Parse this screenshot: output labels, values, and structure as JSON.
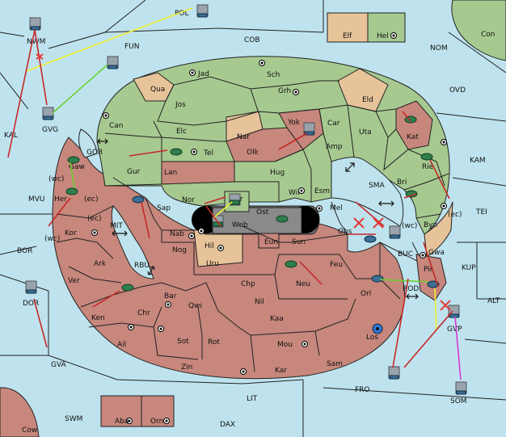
{
  "provinces": {
    "POL": "POL",
    "COB": "COB",
    "FUN": "FUN",
    "NWM": "NWM",
    "Con": "Con",
    "NOM": "NOM",
    "Elf": "Elf",
    "Hel": "Hel",
    "Jad": "Jad",
    "Sch": "Sch",
    "Qua": "Qua",
    "Jos": "Jos",
    "Grh": "Grh",
    "Eld": "Eld",
    "OVD": "OVD",
    "Can": "Can",
    "Yok": "Yok",
    "Car": "Car",
    "Uta": "Uta",
    "Kat": "Kat",
    "KAL": "KAL",
    "GVG": "GVG",
    "Elc": "Elc",
    "Nar": "Nar",
    "Amp": "Amp",
    "KAM": "KAM",
    "GOR": "GOR",
    "Tel": "Tel",
    "Olk": "Olk",
    "Rie": "Rie",
    "Gur": "Gur",
    "Lan": "Lan",
    "Hug": "Hug",
    "Gaw": "Gaw",
    "Bri": "Bri",
    "SMA": "SMA",
    "Wil": "Wil",
    "Esm": "Esm",
    "MVU": "MVU",
    "Her": "Her",
    "Nor": "Nor",
    "Skr": "Skr",
    "TEI": "TEI",
    "Sap": "Sap",
    "Ost": "Ost",
    "Mel": "Mel",
    "Byn": "Byn",
    "Web": "Web",
    "MIT": "MIT",
    "Kor": "Kor",
    "Nab": "Nab",
    "Obs": "Obs",
    "Gwa": "Gwa",
    "BOR": "BOR",
    "Hil": "Hil",
    "Eun": "Eun",
    "Sun": "Sun",
    "Nog": "Nog",
    "BUC": "BUC",
    "KUP": "KUP",
    "Ark": "Ark",
    "RBU": "RBU",
    "Uru": "Uru",
    "Feu": "Feu",
    "Pir": "Pir",
    "Ver": "Ver",
    "Chp": "Chp",
    "Neu": "Neu",
    "Orl": "Orl",
    "ROD": "ROD",
    "ALT": "ALT",
    "DOR": "DOR",
    "Bar": "Bar",
    "Qwi": "Qwi",
    "Nil": "Nil",
    "Ken": "Ken",
    "Chr": "Chr",
    "Kaa": "Kaa",
    "GVP": "GVP",
    "Los": "Los",
    "Ail": "Ail",
    "Sot": "Sot",
    "Rot": "Rot",
    "Mou": "Mou",
    "GVA": "GVA",
    "Sam": "Sam",
    "Zin": "Zin",
    "Kar": "Kar",
    "FRO": "FRO",
    "SOM": "SOM",
    "LIT": "LIT",
    "SWM": "SWM",
    "Cow": "Cow",
    "Aba": "Aba",
    "Orn": "Orn",
    "DAX": "DAX"
  },
  "coast_labels": {
    "wc1": "(wc)",
    "ec1": "(ec)",
    "ec2": "(ec)",
    "wc2": "(wc)",
    "wc3": "(wc)",
    "ec3": "(ec)"
  }
}
